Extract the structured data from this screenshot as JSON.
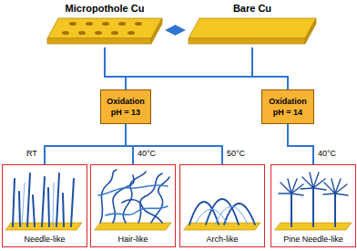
{
  "diagram": {
    "nodes": [
      {
        "text": [
          "Micropothole Cu"
        ]
      },
      {
        "text": [
          "Bare Cu"
        ]
      },
      {
        "text": [
          "Oxidation",
          "pH = 13"
        ]
      },
      {
        "text": [
          "Oxidation",
          "pH = 14"
        ]
      },
      {
        "text": [
          "Needle-like"
        ]
      },
      {
        "text": [
          "Hair-like"
        ]
      },
      {
        "text": [
          "Arch-like"
        ]
      },
      {
        "text": [
          "Pine Needle-like"
        ]
      }
    ],
    "edges": [
      {
        "from": 0,
        "to": 1,
        "arrow": "both"
      },
      {
        "from": 0,
        "to": 2,
        "arrow": "none"
      },
      {
        "from": 0,
        "to": 3,
        "arrow": "none"
      },
      {
        "from": 1,
        "to": 2,
        "arrow": "none"
      },
      {
        "from": 1,
        "to": 3,
        "arrow": "none"
      },
      {
        "from": 2,
        "to": 4,
        "label": "RT",
        "arrow": "none"
      },
      {
        "from": 2,
        "to": 5,
        "label": "40°C",
        "arrow": "none"
      },
      {
        "from": 2,
        "to": 6,
        "label": "50°C",
        "arrow": "none"
      },
      {
        "from": 3,
        "to": 7,
        "label": "40°C",
        "arrow": "none"
      }
    ]
  }
}
